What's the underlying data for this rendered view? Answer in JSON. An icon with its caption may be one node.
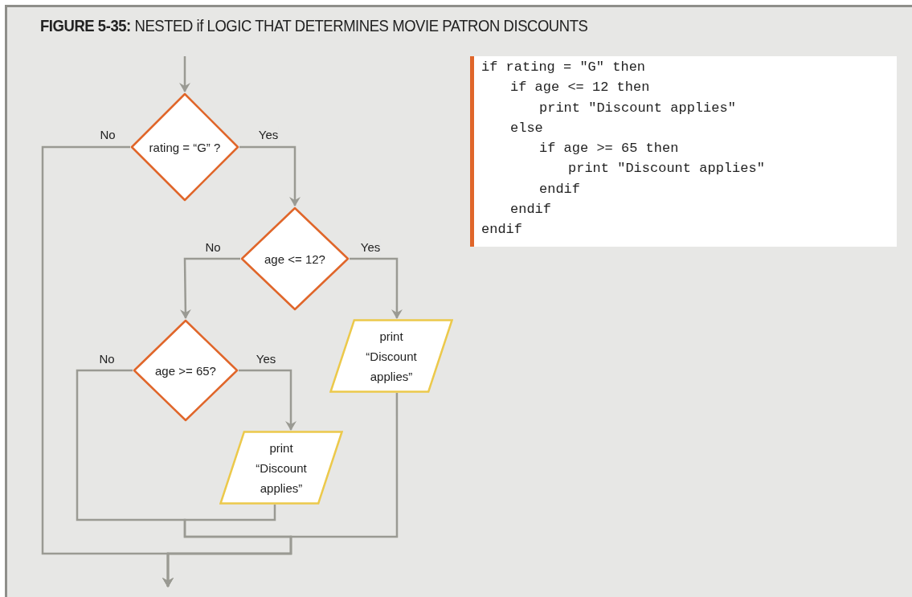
{
  "diagram": {
    "title": "**FIGURE 5-35:** NESTED if LOGIC THAT DETERMINES MOVIE PATRON DISCOUNTS",
    "nodes": [
      {
        "text": [
          "rating = “G” ?"
        ]
      },
      {
        "text": [
          "age <= 12?"
        ]
      },
      {
        "text": [
          "age >= 65?"
        ]
      },
      {
        "text": [
          "print “Discount applies”"
        ]
      },
      {
        "text": [
          "print “Discount applies”"
        ]
      }
    ],
    "edges": [
      {
        "from": null,
        "to": 0,
        "arrow": "to"
      },
      {
        "from": 0,
        "to": 1,
        "arrow": "to",
        "label": "Yes"
      },
      {
        "from": 1,
        "to": 3,
        "arrow": "to",
        "label": "Yes"
      },
      {
        "from": 1,
        "to": 2,
        "arrow": "to",
        "label": "No"
      },
      {
        "from": 2,
        "to": 4,
        "arrow": "to",
        "label": "Yes"
      },
      {
        "from": 0,
        "to": null,
        "arrow": "to",
        "label": "No"
      },
      {
        "from": 2,
        "to": null,
        "arrow": "to",
        "label": "No"
      },
      {
        "from": 4,
        "to": null,
        "arrow": "to"
      },
      {
        "from": 3,
        "to": null,
        "arrow": "to"
      }
    ],
    "labels": [
      "if rating = \"G\" then",
      "if age <= 12 then",
      "print \"Discount applies\"",
      "else",
      "if age >= 65 then",
      "print \"Discount applies\"",
      "endif",
      "endif",
      "endif"
    ]
  }
}
